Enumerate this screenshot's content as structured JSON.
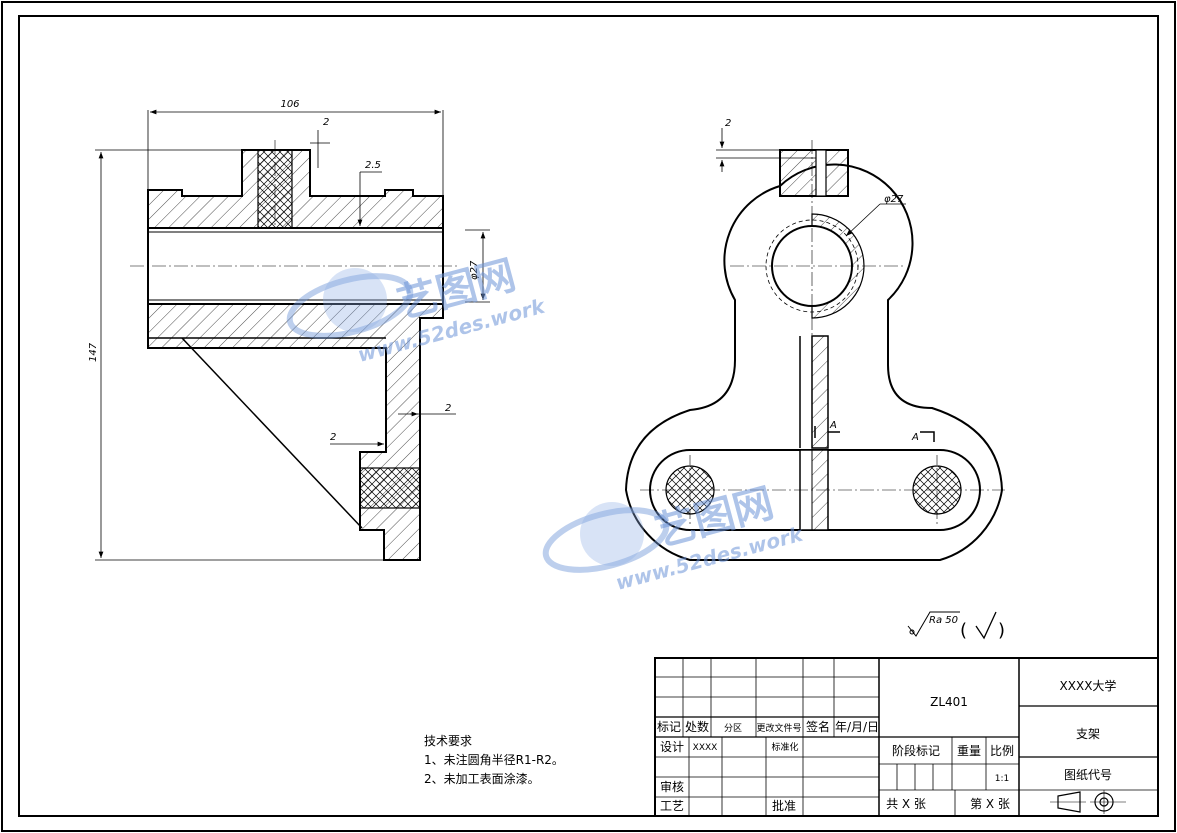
{
  "dims": {
    "width_106": "106",
    "top_2": "2",
    "depth_2_5": "2.5",
    "dia_27_left": "φ27",
    "height_147": "147",
    "wall_2_right": "2",
    "wall_2_left": "2",
    "right_top_2": "2",
    "dia_27_right": "φ27",
    "section_a_left": "A",
    "section_a_right": "A"
  },
  "roughness": {
    "value": "Ra 50",
    "bracket_left": "(",
    "bracket_right": ")"
  },
  "tech": {
    "title": "技术要求",
    "line1": "1、未注圆角半径R1-R2。",
    "line2": "2、未加工表面涂漆。"
  },
  "titleblock": {
    "drawing_no": "ZL401",
    "university": "XXXX大学",
    "part_name": "支架",
    "drawing_code_label": "图纸代号",
    "h_mark": "标记",
    "h_count": "处数",
    "h_zone": "分区",
    "h_change_doc": "更改文件号",
    "h_sign": "签名",
    "h_date": "年/月/日",
    "design": "设计",
    "designer": "XXXX",
    "standard": "标准化",
    "stage_mark": "阶段标记",
    "weight": "重量",
    "scale": "比例",
    "scale_value": "1:1",
    "review": "审核",
    "process": "工艺",
    "approve": "批准",
    "total_sheets": "共 X 张",
    "sheet_no": "第 X 张"
  },
  "watermark": {
    "cn": "艺图网",
    "en": "www.52des.work"
  }
}
